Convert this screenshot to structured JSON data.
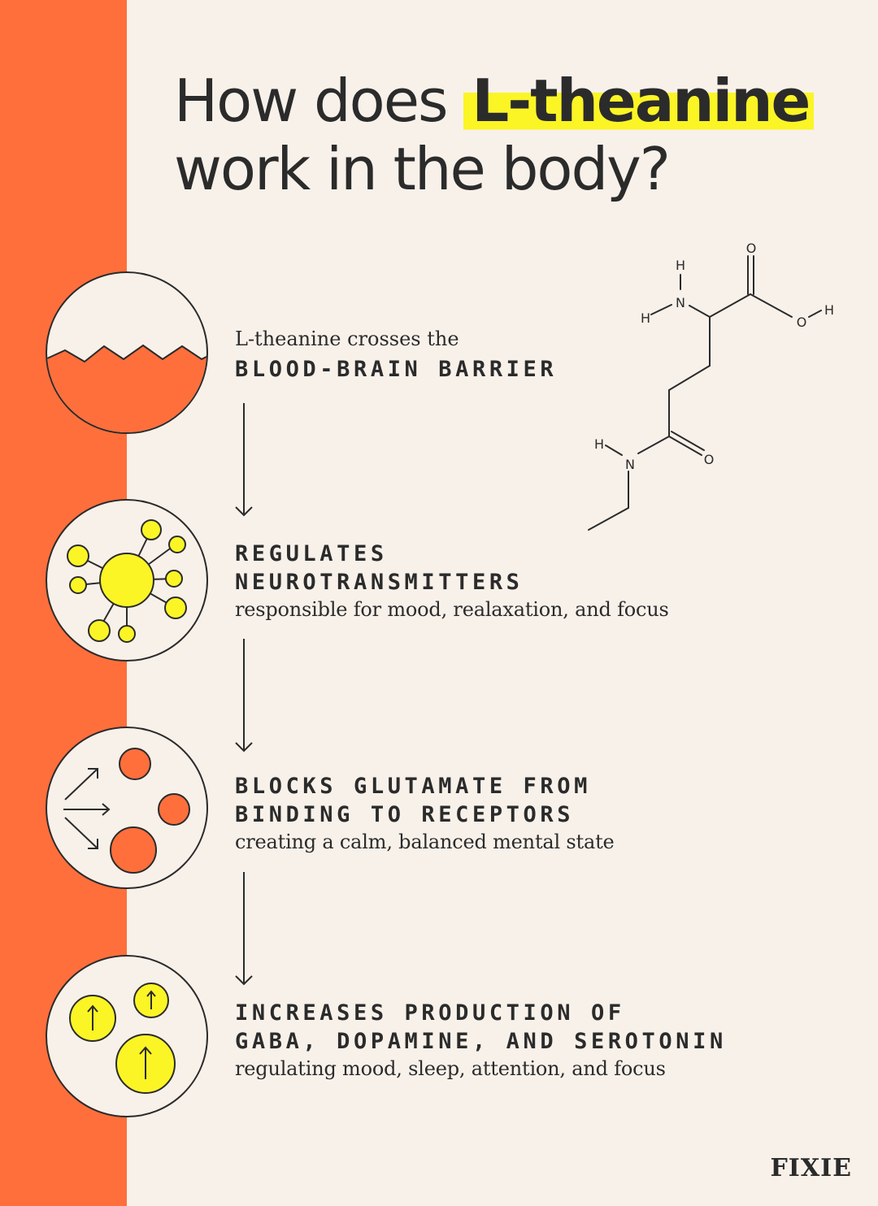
{
  "title": {
    "line1_prefix": "How does ",
    "line1_highlight": "L-theanine",
    "line2": "work in the body?"
  },
  "steps": [
    {
      "icon": "blood-brain-barrier-icon",
      "pre": "L-theanine crosses the",
      "heading": [
        "BLOOD-BRAIN BARRIER"
      ],
      "sub": ""
    },
    {
      "icon": "neurotransmitter-network-icon",
      "pre": "",
      "heading": [
        "REGULATES",
        "NEUROTRANSMITTERS"
      ],
      "sub": "responsible for mood, realaxation, and focus"
    },
    {
      "icon": "glutamate-block-icon",
      "pre": "",
      "heading": [
        "BLOCKS GLUTAMATE FROM",
        "BINDING TO RECEPTORS"
      ],
      "sub": "creating a calm, balanced mental state"
    },
    {
      "icon": "increase-arrows-icon",
      "pre": "",
      "heading": [
        "INCREASES PRODUCTION OF",
        "GABA, DOPAMINE, AND SEROTONIN"
      ],
      "sub": "regulating mood, sleep, attention, and focus"
    }
  ],
  "molecule": {
    "atoms": {
      "h_top": "H",
      "n_amine": "N",
      "h_left": "H",
      "o_top": "O",
      "o_hydroxyl": "O",
      "h_hydroxyl": "H",
      "h_amide": "H",
      "n_amide": "N",
      "o_amide": "O"
    }
  },
  "colors": {
    "accent": "#ff6f3c",
    "highlight": "#fbf526",
    "background": "#f8f1ea",
    "ink": "#2b2b2b"
  },
  "brand": "FIXIE"
}
